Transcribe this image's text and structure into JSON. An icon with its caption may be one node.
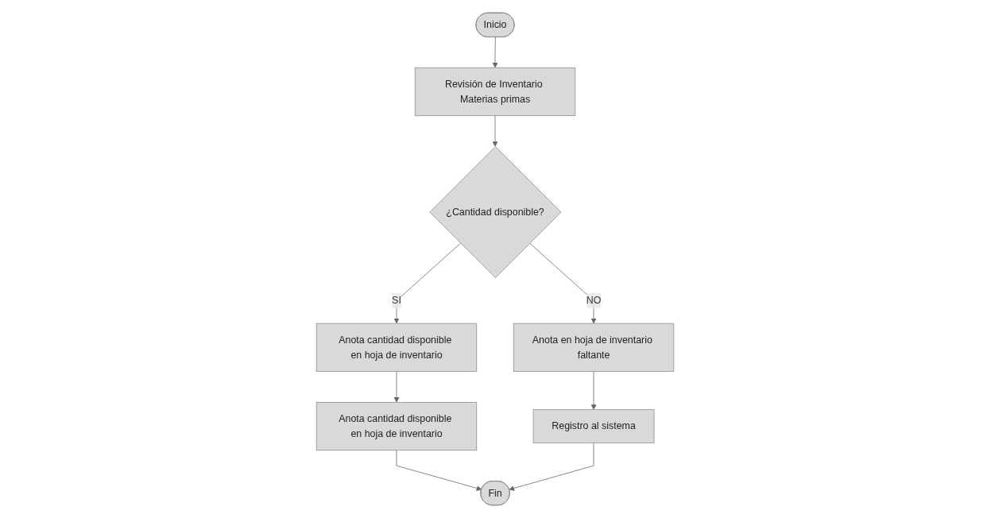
{
  "diagram": {
    "nodes": [
      {
        "text": [
          "Inicio"
        ]
      },
      {
        "text": [
          "Revisión de Inventario Materias primas"
        ]
      },
      {
        "text": [
          "¿Cantidad disponible?"
        ]
      },
      {
        "text": [
          "Anota cantidad disponible en hoja de inventario"
        ]
      },
      {
        "text": [
          "Anota cantidad disponible en hoja de inventario"
        ]
      },
      {
        "text": [
          "Anota en hoja de inventario faltante"
        ]
      },
      {
        "text": [
          "Registro al sistema"
        ]
      },
      {
        "text": [
          "Fin"
        ]
      }
    ],
    "edges": [
      {
        "from": 0,
        "to": 1,
        "arrow": "to"
      },
      {
        "from": 1,
        "to": 2,
        "arrow": "to"
      },
      {
        "from": 2,
        "to": 3,
        "arrow": "to",
        "label": "SI"
      },
      {
        "from": 3,
        "to": 4,
        "arrow": "to"
      },
      {
        "from": 4,
        "to": 7,
        "arrow": "to"
      },
      {
        "from": 2,
        "to": 5,
        "arrow": "to",
        "label": "NO"
      },
      {
        "from": 5,
        "to": 6,
        "arrow": "to"
      },
      {
        "from": 6,
        "to": 7,
        "arrow": "to"
      }
    ]
  }
}
